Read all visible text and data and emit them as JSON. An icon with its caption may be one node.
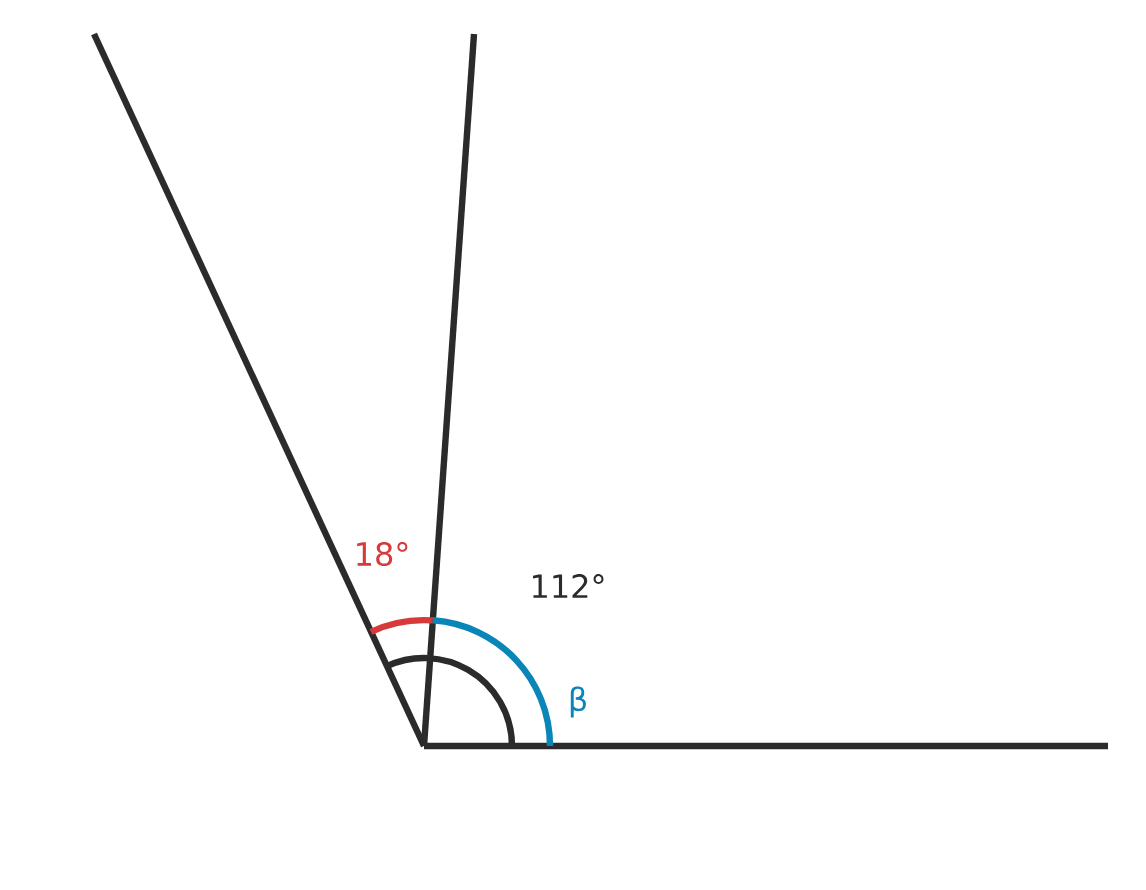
{
  "diagram": {
    "labels": [
      "18°",
      "112°",
      "β"
    ]
  }
}
